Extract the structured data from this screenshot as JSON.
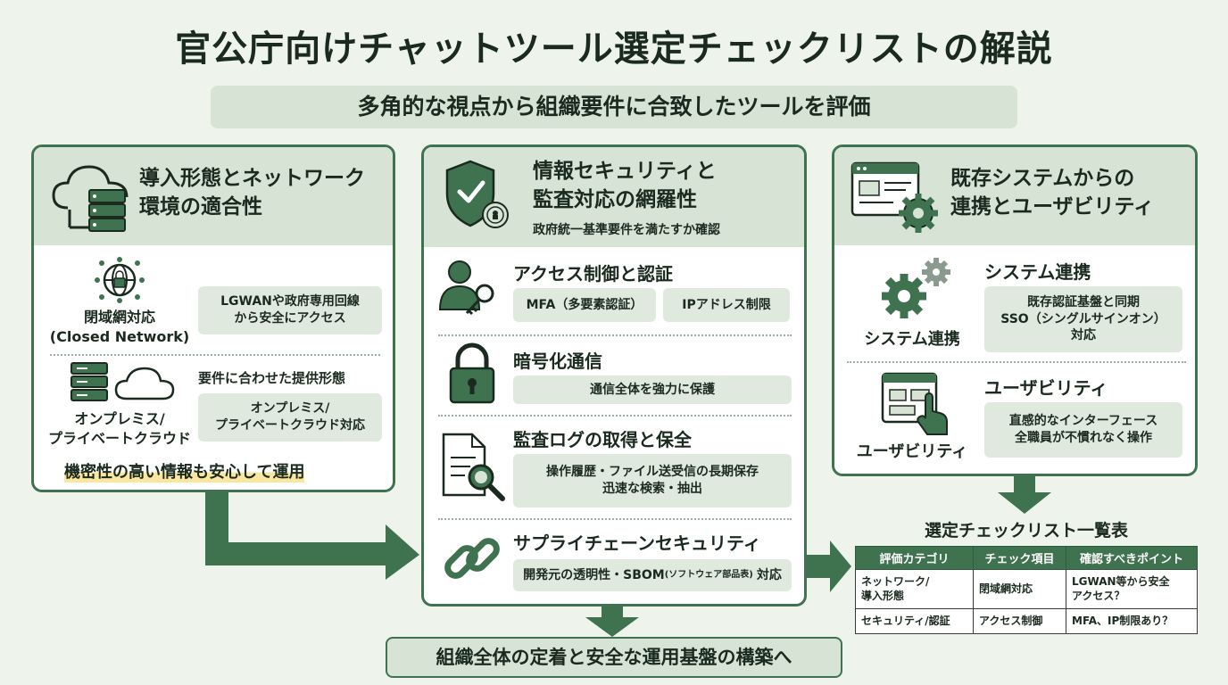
{
  "title": "官公庁向けチャットツール選定チェックリストの解説",
  "subtitle": "多角的な視点から組織要件に合致したツールを評価",
  "panel1": {
    "title_line1": "導入形態とネットワーク",
    "title_line2": "環境の適合性",
    "closed": {
      "label_line1": "閉域網対応",
      "label_line2": "(Closed Network)",
      "chip_line1": "LGWANや政府専用回線",
      "chip_line2": "から安全にアクセス"
    },
    "onprem": {
      "label_line1": "オンプレミス/",
      "label_line2": "プライベートクラウド",
      "heading": "要件に合わせた提供形態",
      "chip_line1": "オンプレミス/",
      "chip_line2": "プライベートクラウド対応"
    },
    "highlight": "機密性の高い情報も安心して運用"
  },
  "panel2": {
    "title_line1": "情報セキュリティと",
    "title_line2": "監査対応の網羅性",
    "note": "政府統一基準要件を満たすか確認",
    "access": {
      "title": "アクセス制御と認証",
      "chip1": "MFA（多要素認証）",
      "chip2": "IPアドレス制限"
    },
    "encryption": {
      "title": "暗号化通信",
      "chip": "通信全体を強力に保護"
    },
    "audit": {
      "title": "監査ログの取得と保全",
      "chip_line1": "操作履歴・ファイル送受信の長期保存",
      "chip_line2": "迅速な検索・抽出"
    },
    "supply": {
      "title": "サプライチェーンセキュリティ",
      "chip_a": "開発元の透明性・SBOM",
      "chip_small": "(ソフトウェア部品表)",
      "chip_b": "対応"
    }
  },
  "panel3": {
    "title_line1": "既存システムからの",
    "title_line2": "連携とユーザビリティ",
    "integration": {
      "label": "システム連携",
      "title": "システム連携",
      "chip_line1": "既存認証基盤と同期",
      "chip_line2": "SSO（シングルサインオン）",
      "chip_line3": "対応"
    },
    "usability": {
      "label": "ユーザビリティ",
      "title": "ユーザビリティ",
      "chip_line1": "直感的なインターフェース",
      "chip_line2": "全職員が不慣れなく操作"
    }
  },
  "table": {
    "title": "選定チェックリスト一覧表",
    "headers": [
      "評価カテゴリ",
      "チェック項目",
      "確認すべきポイント"
    ],
    "rows": [
      [
        "ネットワーク/\n導入形態",
        "閉域網対応",
        "LGWAN等から安全\nアクセス？"
      ],
      [
        "セキュリティ/認証",
        "アクセス制御",
        "MFA、IP制限あり？"
      ]
    ]
  },
  "bottom_banner": "組織全体の定着と安全な運用基盤の構築へ",
  "colors": {
    "accent": "#3f7350",
    "panel_head": "#d6e3d5",
    "chip": "#dfe9dd",
    "highlight": "#fbe6a0",
    "background": "#eef3ec"
  }
}
